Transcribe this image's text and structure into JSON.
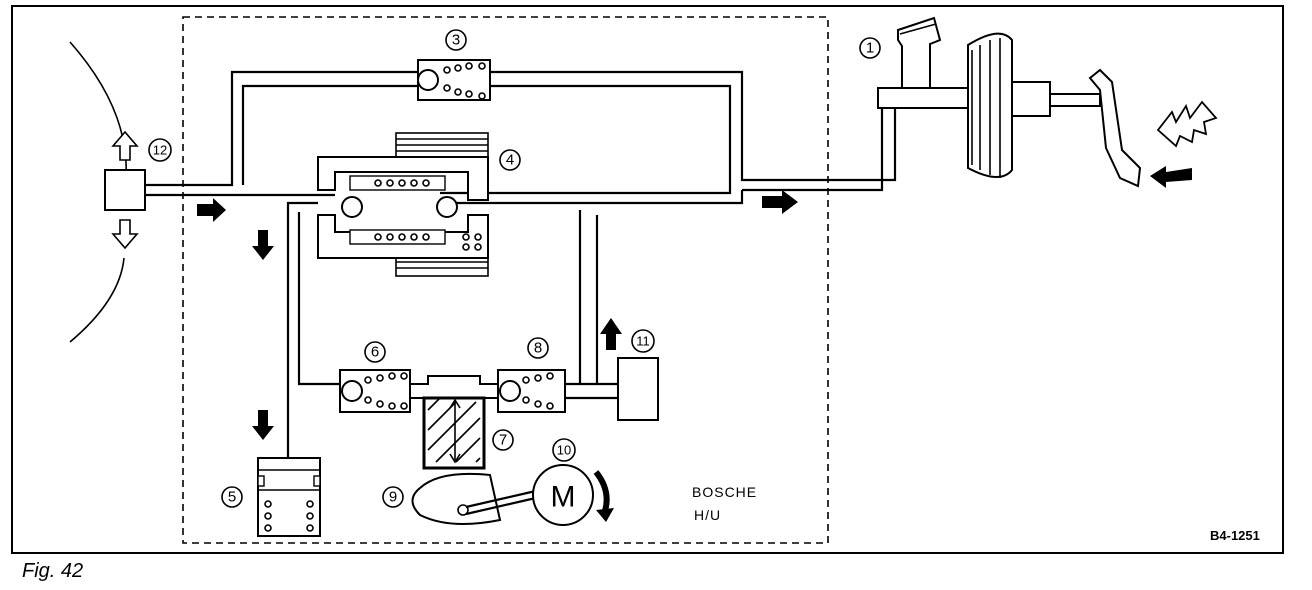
{
  "figure": {
    "caption": "Fig. 42",
    "code": "B4-1251",
    "unit_label_line1": "BOSCHE",
    "unit_label_line2": "H/U",
    "motor_letter": "M"
  },
  "callouts": [
    "1",
    "3",
    "4",
    "5",
    "6",
    "7",
    "8",
    "9",
    "10",
    "11",
    "12"
  ],
  "colors": {
    "ink": "#000000",
    "background": "#ffffff"
  }
}
